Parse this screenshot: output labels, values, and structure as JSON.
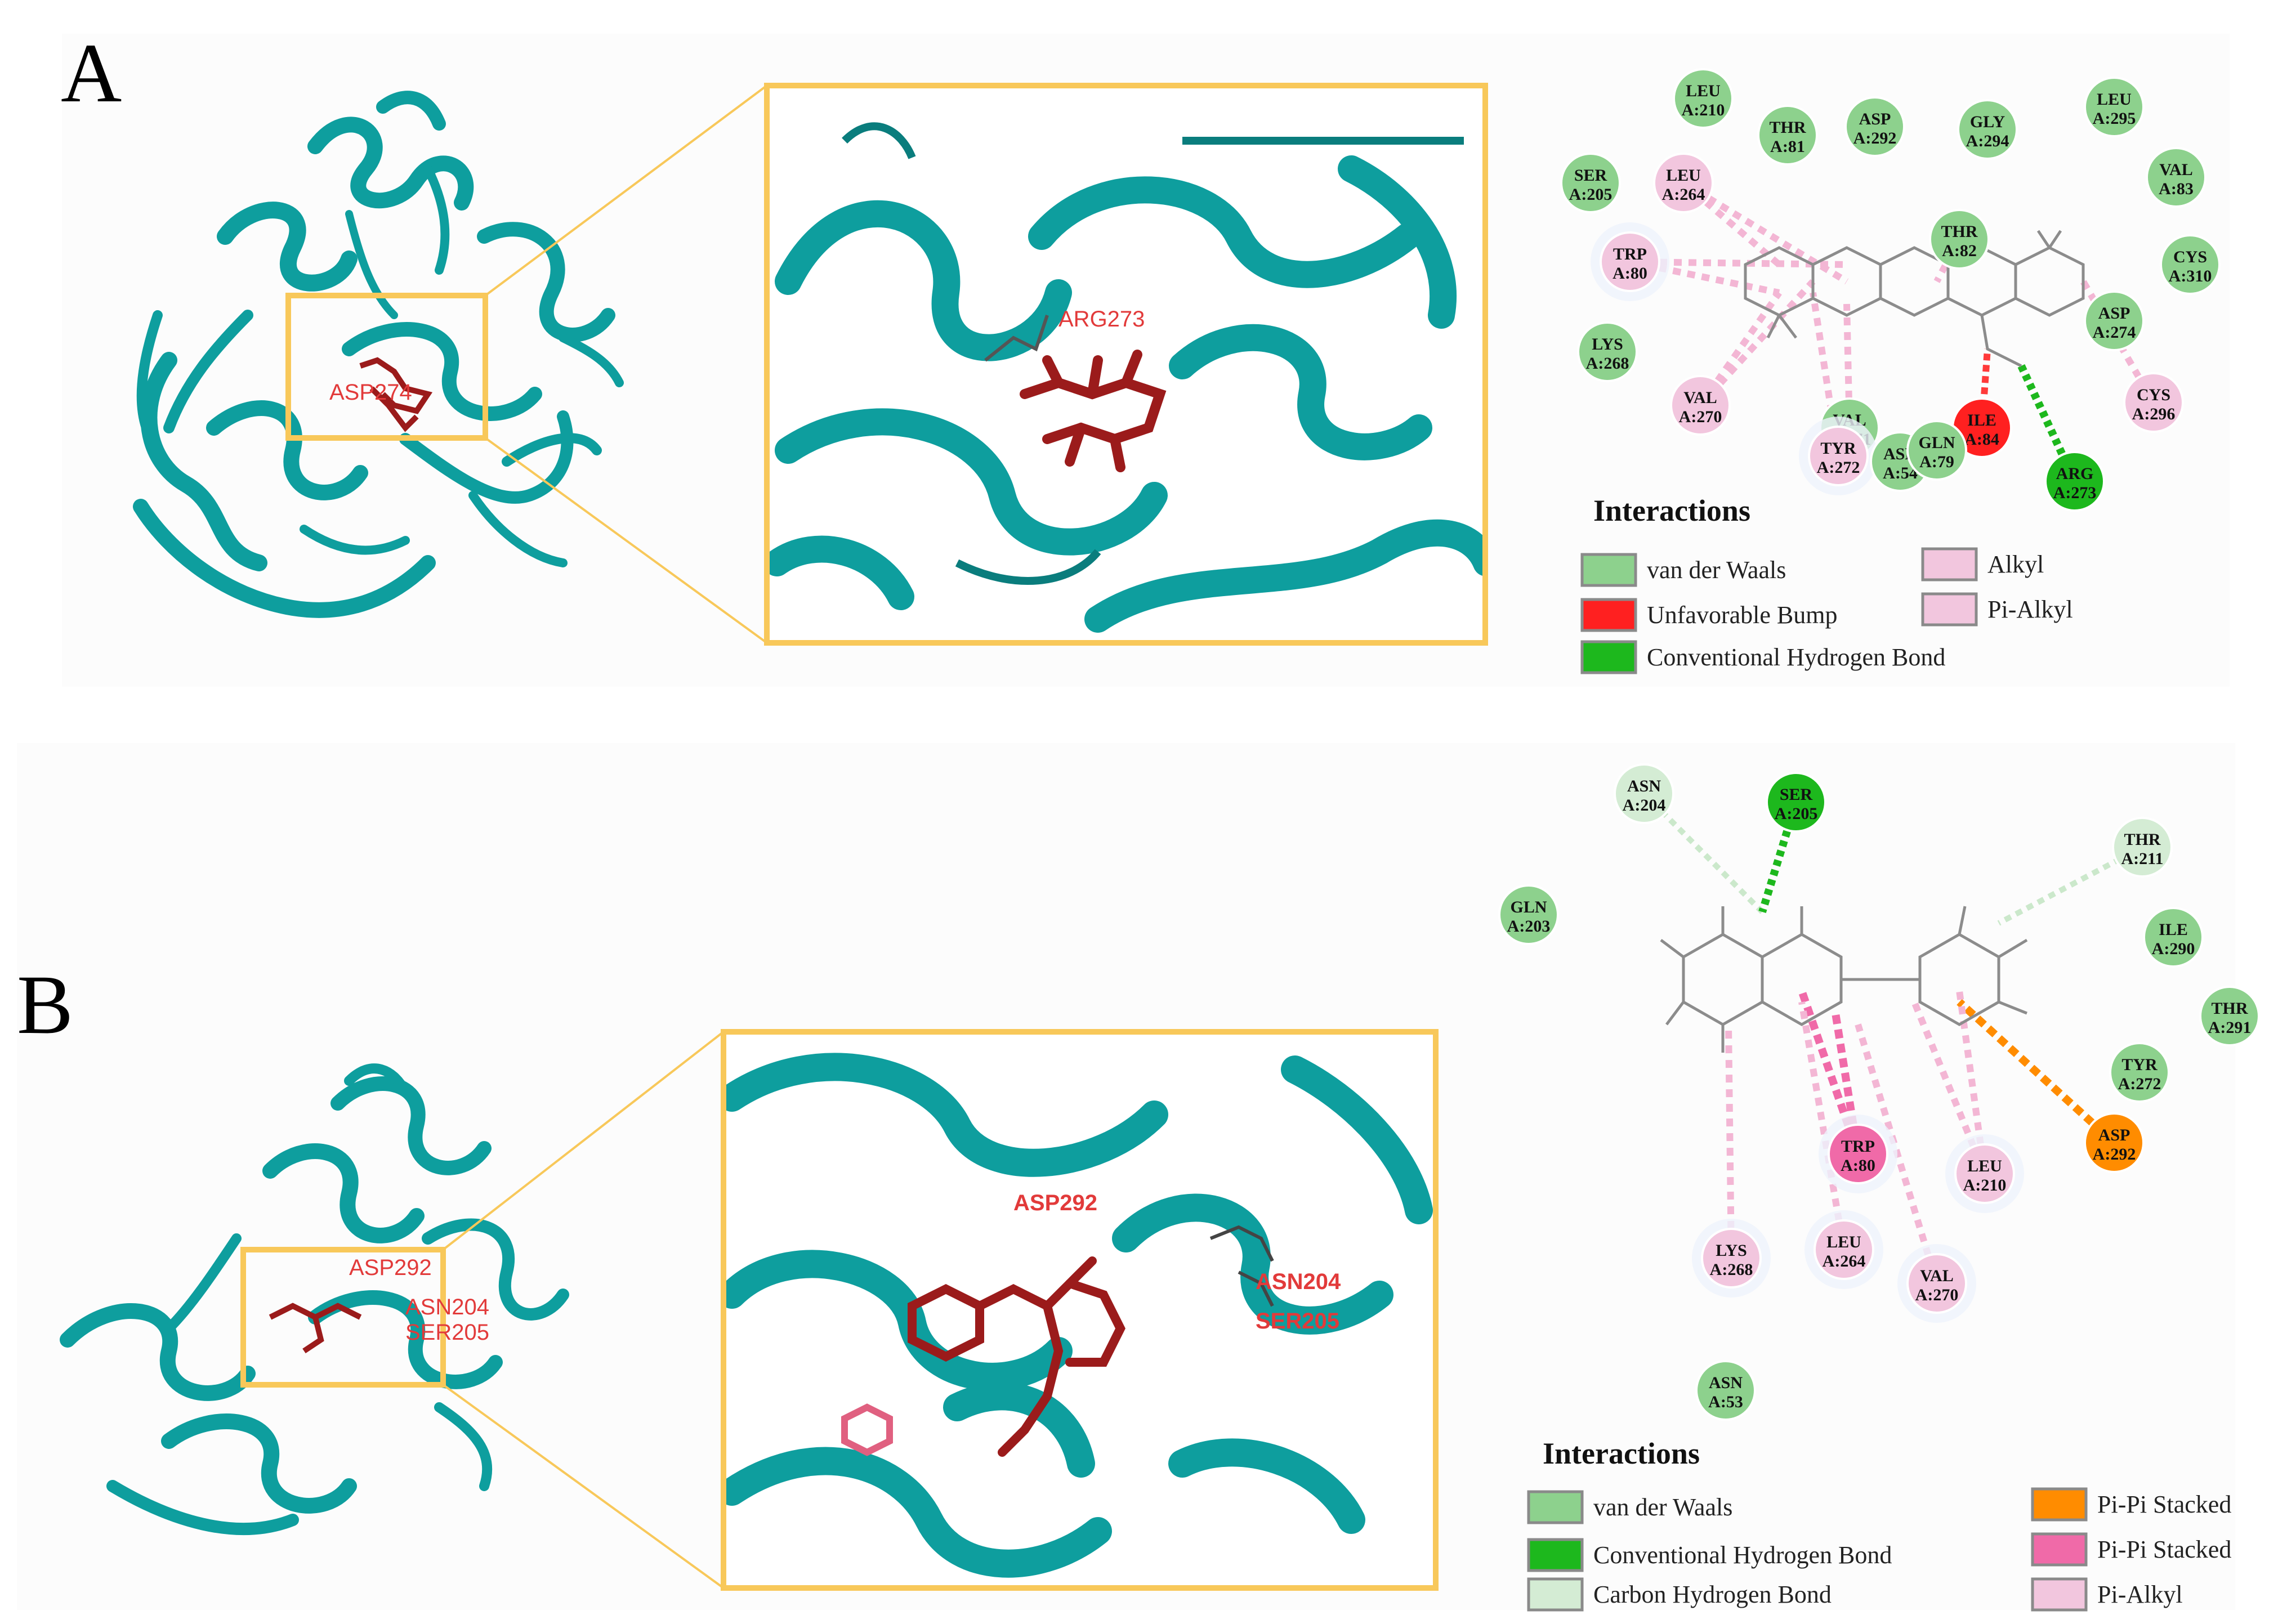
{
  "panels": {
    "A": {
      "letter": "A",
      "inset_labels": [
        {
          "text": "ARG273"
        },
        {
          "text": "ASP274"
        }
      ],
      "residues": [
        {
          "name": "LEU",
          "id": "A:210",
          "type": "vdw"
        },
        {
          "name": "THR",
          "id": "A:81",
          "type": "vdw"
        },
        {
          "name": "ASP",
          "id": "A:292",
          "type": "vdw"
        },
        {
          "name": "GLY",
          "id": "A:294",
          "type": "vdw"
        },
        {
          "name": "LEU",
          "id": "A:295",
          "type": "vdw"
        },
        {
          "name": "VAL",
          "id": "A:83",
          "type": "vdw"
        },
        {
          "name": "SER",
          "id": "A:205",
          "type": "vdw"
        },
        {
          "name": "LEU",
          "id": "A:264",
          "type": "alkyl"
        },
        {
          "name": "THR",
          "id": "A:82",
          "type": "vdw"
        },
        {
          "name": "CYS",
          "id": "A:310",
          "type": "vdw"
        },
        {
          "name": "TRP",
          "id": "A:80",
          "type": "pialkyl"
        },
        {
          "name": "ASP",
          "id": "A:274",
          "type": "vdw"
        },
        {
          "name": "LYS",
          "id": "A:268",
          "type": "vdw"
        },
        {
          "name": "VAL",
          "id": "A:270",
          "type": "alkyl"
        },
        {
          "name": "VAL",
          "id": "A:271",
          "type": "vdw"
        },
        {
          "name": "ILE",
          "id": "A:84",
          "type": "bump"
        },
        {
          "name": "CYS",
          "id": "A:296",
          "type": "alkyl"
        },
        {
          "name": "TYR",
          "id": "A:272",
          "type": "pialkyl"
        },
        {
          "name": "ASN",
          "id": "A:54",
          "type": "vdw"
        },
        {
          "name": "GLN",
          "id": "A:79",
          "type": "vdw"
        },
        {
          "name": "ARG",
          "id": "A:273",
          "type": "hbond"
        }
      ],
      "legend": {
        "title": "Interactions",
        "items": [
          {
            "label": "van der Waals",
            "color": "#8dd18d"
          },
          {
            "label": "Unfavorable Bump",
            "color": "#ff2020"
          },
          {
            "label": "Conventional Hydrogen Bond",
            "color": "#1db81d"
          },
          {
            "label": "Alkyl",
            "color": "#f2c6de"
          },
          {
            "label": "Pi-Alkyl",
            "color": "#f2c6de"
          }
        ]
      }
    },
    "B": {
      "letter": "B",
      "inset_labels": [
        {
          "text": "ASP292"
        },
        {
          "text": "ASN204"
        },
        {
          "text": "SER205"
        }
      ],
      "overview_labels": [
        {
          "text": "ASP292"
        },
        {
          "text": "ASN204"
        },
        {
          "text": "SER205"
        }
      ],
      "residues": [
        {
          "name": "ASN",
          "id": "A:204",
          "type": "chbond"
        },
        {
          "name": "SER",
          "id": "A:205",
          "type": "hbond"
        },
        {
          "name": "THR",
          "id": "A:211",
          "type": "chbond"
        },
        {
          "name": "GLN",
          "id": "A:203",
          "type": "vdw"
        },
        {
          "name": "ILE",
          "id": "A:290",
          "type": "vdw"
        },
        {
          "name": "THR",
          "id": "A:291",
          "type": "vdw"
        },
        {
          "name": "TYR",
          "id": "A:272",
          "type": "vdw"
        },
        {
          "name": "TRP",
          "id": "A:80",
          "type": "pistack"
        },
        {
          "name": "ASP",
          "id": "A:292",
          "type": "pipi"
        },
        {
          "name": "LEU",
          "id": "A:210",
          "type": "pialkyl"
        },
        {
          "name": "LYS",
          "id": "A:268",
          "type": "pialkyl"
        },
        {
          "name": "LEU",
          "id": "A:264",
          "type": "pialkyl"
        },
        {
          "name": "VAL",
          "id": "A:270",
          "type": "pialkyl"
        },
        {
          "name": "ASN",
          "id": "A:53",
          "type": "vdw"
        }
      ],
      "legend": {
        "title": "Interactions",
        "items": [
          {
            "label": "van der Waals",
            "color": "#8dd18d"
          },
          {
            "label": "Conventional Hydrogen Bond",
            "color": "#1db81d"
          },
          {
            "label": "Carbon Hydrogen Bond",
            "color": "#d4ecd4"
          },
          {
            "label": "Pi-Pi Stacked",
            "color": "#ff8c00"
          },
          {
            "label": "Pi-Pi Stacked",
            "color": "#f06aa8"
          },
          {
            "label": "Pi-Alkyl",
            "color": "#f2c6de"
          }
        ]
      }
    }
  },
  "colors": {
    "protein": "#0e9e9e",
    "ligand": "#9b1b1b",
    "frame": "#f8c85a",
    "vdw": "#8dd18d",
    "hbond": "#1db81d",
    "chbond": "#d4ecd4",
    "bump": "#ff2020",
    "alkyl": "#f2c6de",
    "pialkyl": "#f2c6de",
    "pipi": "#ff8c00",
    "pistack": "#f06aa8"
  }
}
